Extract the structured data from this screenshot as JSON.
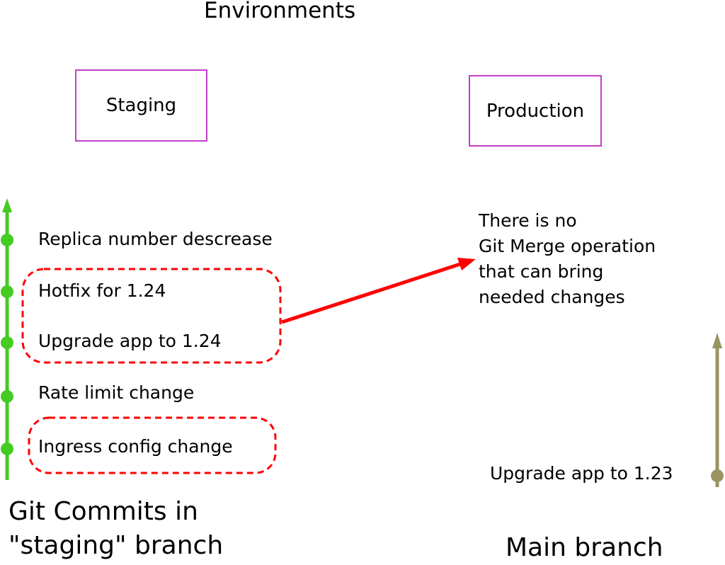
{
  "title": "Environments",
  "environments": {
    "staging": "Staging",
    "production": "Production"
  },
  "staging_commits": [
    "Replica number descrease",
    "Hotfix for 1.24",
    "Upgrade app to 1.24",
    "Rate limit change",
    "Ingress config change"
  ],
  "main_commits": [
    "Upgrade app to 1.23"
  ],
  "note_lines": [
    "There is no",
    "Git Merge operation",
    "that can bring",
    "needed changes"
  ],
  "branch_labels": {
    "staging_line1": "Git Commits in",
    "staging_line2": "\"staging\" branch",
    "main": "Main branch"
  },
  "colors": {
    "staging_branch": "#44cc22",
    "main_branch": "#9a9460",
    "highlight": "#ff0000",
    "env_box_border": "#c040c8"
  }
}
